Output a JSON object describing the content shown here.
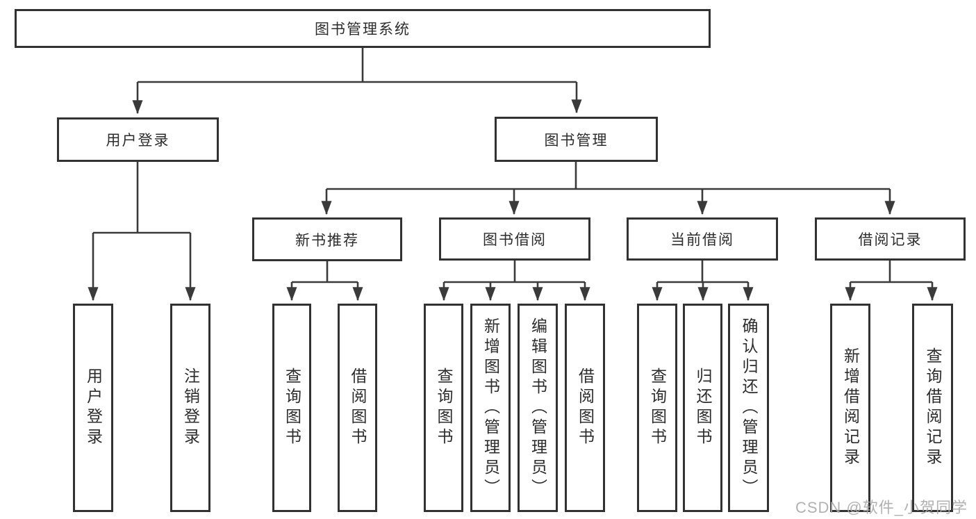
{
  "diagram": {
    "watermark": "CSDN @软件_小贺同学",
    "colors": {
      "line": "#3a3a3a",
      "box_border": "#323232",
      "text": "#2c2c2c",
      "background": "#ffffff",
      "watermark": "#a9a9a9"
    }
  },
  "nodes": {
    "root": {
      "label": "图书管理系统"
    },
    "level2": [
      {
        "label": "用户登录"
      },
      {
        "label": "图书管理"
      }
    ],
    "level3": [
      {
        "label": "新书推荐",
        "parent": "图书管理"
      },
      {
        "label": "图书借阅",
        "parent": "图书管理"
      },
      {
        "label": "当前借阅",
        "parent": "图书管理"
      },
      {
        "label": "借阅记录",
        "parent": "图书管理"
      }
    ],
    "level4": [
      {
        "label": "用户登录",
        "parent": "用户登录"
      },
      {
        "label": "注销登录",
        "parent": "用户登录"
      },
      {
        "label": "查询图书",
        "parent": "新书推荐"
      },
      {
        "label": "借阅图书",
        "parent": "新书推荐"
      },
      {
        "label": "查询图书",
        "parent": "图书借阅"
      },
      {
        "label": "新增图书（管理员）",
        "parent": "图书借阅"
      },
      {
        "label": "编辑图书（管理员）",
        "parent": "图书借阅"
      },
      {
        "label": "借阅图书",
        "parent": "图书借阅"
      },
      {
        "label": "查询图书",
        "parent": "当前借阅"
      },
      {
        "label": "归还图书",
        "parent": "当前借阅"
      },
      {
        "label": "确认归还（管理员）",
        "parent": "当前借阅"
      },
      {
        "label": "新增借阅记录",
        "parent": "借阅记录"
      },
      {
        "label": "查询借阅记录",
        "parent": "借阅记录"
      }
    ]
  }
}
